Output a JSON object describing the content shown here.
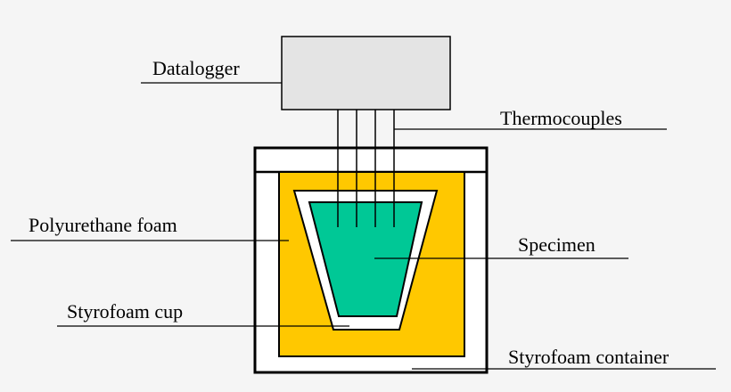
{
  "labels": {
    "datalogger": "Datalogger",
    "thermocouples": "Thermocouples",
    "polyurethane_foam": "Polyurethane foam",
    "specimen": "Specimen",
    "styrofoam_cup": "Styrofoam cup",
    "styrofoam_container": "Styrofoam container"
  },
  "colors": {
    "background": "#f5f5f5",
    "datalogger_fill": "#e4e4e4",
    "polyurethane_foam": "#ffc800",
    "styrofoam": "#ffffff",
    "specimen": "#00c896",
    "line": "#000000"
  }
}
